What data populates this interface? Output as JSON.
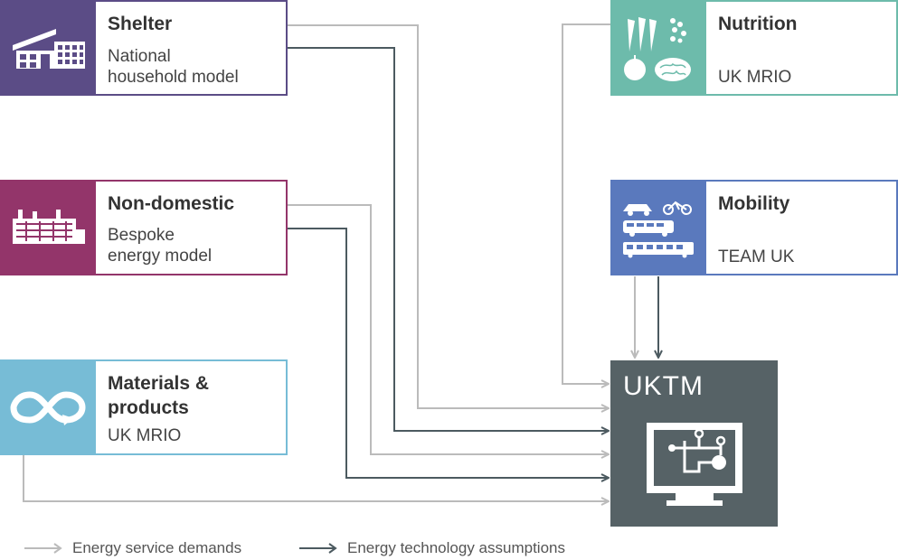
{
  "sources": {
    "shelter": {
      "title": "Shelter",
      "sub1": "National",
      "sub2": "household model",
      "color": "#5b4c86"
    },
    "nondomestic": {
      "title": "Non-domestic",
      "sub1": "Bespoke",
      "sub2": "energy model",
      "color": "#93356a"
    },
    "materials": {
      "title": "Materials &",
      "title2": "products",
      "sub1": "UK MRIO",
      "color": "#77bcd6"
    },
    "nutrition": {
      "title": "Nutrition",
      "sub1": "UK MRIO",
      "color": "#6dbbab"
    },
    "mobility": {
      "title": "Mobility",
      "sub1": "TEAM UK",
      "color": "#5a79bd"
    }
  },
  "target": {
    "title": "UKTM",
    "color": "#566266"
  },
  "legend": {
    "service": {
      "label": "Energy service demands",
      "color": "#bbbbbb"
    },
    "technology": {
      "label": "Energy technology assumptions",
      "color": "#4c5a60"
    }
  },
  "icons": {
    "shelter": "house-icon",
    "nondomestic": "factory-icon",
    "materials": "infinity-recycle-icon",
    "nutrition": "food-icon",
    "mobility": "vehicles-icon",
    "uktm": "computer-circuit-icon"
  }
}
